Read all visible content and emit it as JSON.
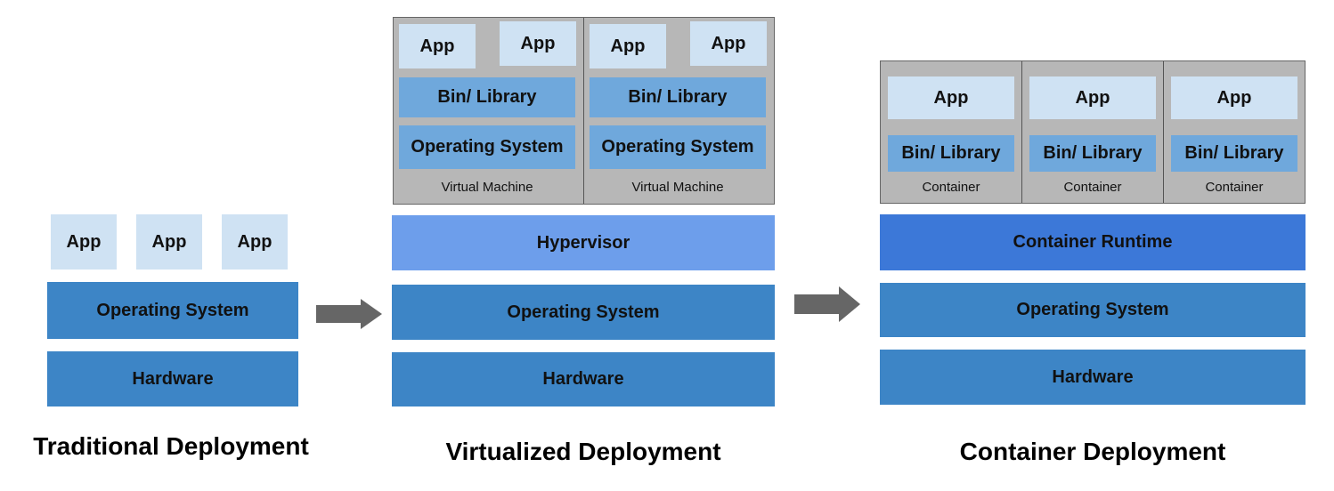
{
  "colors": {
    "app": "#cfe2f3",
    "bin_library": "#6fa8dc",
    "layer": "#3d85c6",
    "hypervisor": "#6d9eeb",
    "container_runtime": "#3c78d8",
    "vm_container_bg": "#b7b7b7",
    "arrow": "#666666"
  },
  "traditional": {
    "apps": [
      "App",
      "App",
      "App"
    ],
    "os": "Operating System",
    "hardware": "Hardware",
    "title": "Traditional Deployment"
  },
  "virtualized": {
    "vms": [
      {
        "apps": [
          "App",
          "App"
        ],
        "bin": "Bin/ Library",
        "os": "Operating System",
        "label": "Virtual Machine"
      },
      {
        "apps": [
          "App",
          "App"
        ],
        "bin": "Bin/ Library",
        "os": "Operating System",
        "label": "Virtual Machine"
      }
    ],
    "hypervisor": "Hypervisor",
    "os": "Operating System",
    "hardware": "Hardware",
    "title": "Virtualized Deployment"
  },
  "container": {
    "containers": [
      {
        "app": "App",
        "bin": "Bin/ Library",
        "label": "Container"
      },
      {
        "app": "App",
        "bin": "Bin/ Library",
        "label": "Container"
      },
      {
        "app": "App",
        "bin": "Bin/ Library",
        "label": "Container"
      }
    ],
    "runtime": "Container Runtime",
    "os": "Operating System",
    "hardware": "Hardware",
    "title": "Container Deployment"
  },
  "arrows": [
    "arrow-right-icon",
    "arrow-right-icon"
  ]
}
